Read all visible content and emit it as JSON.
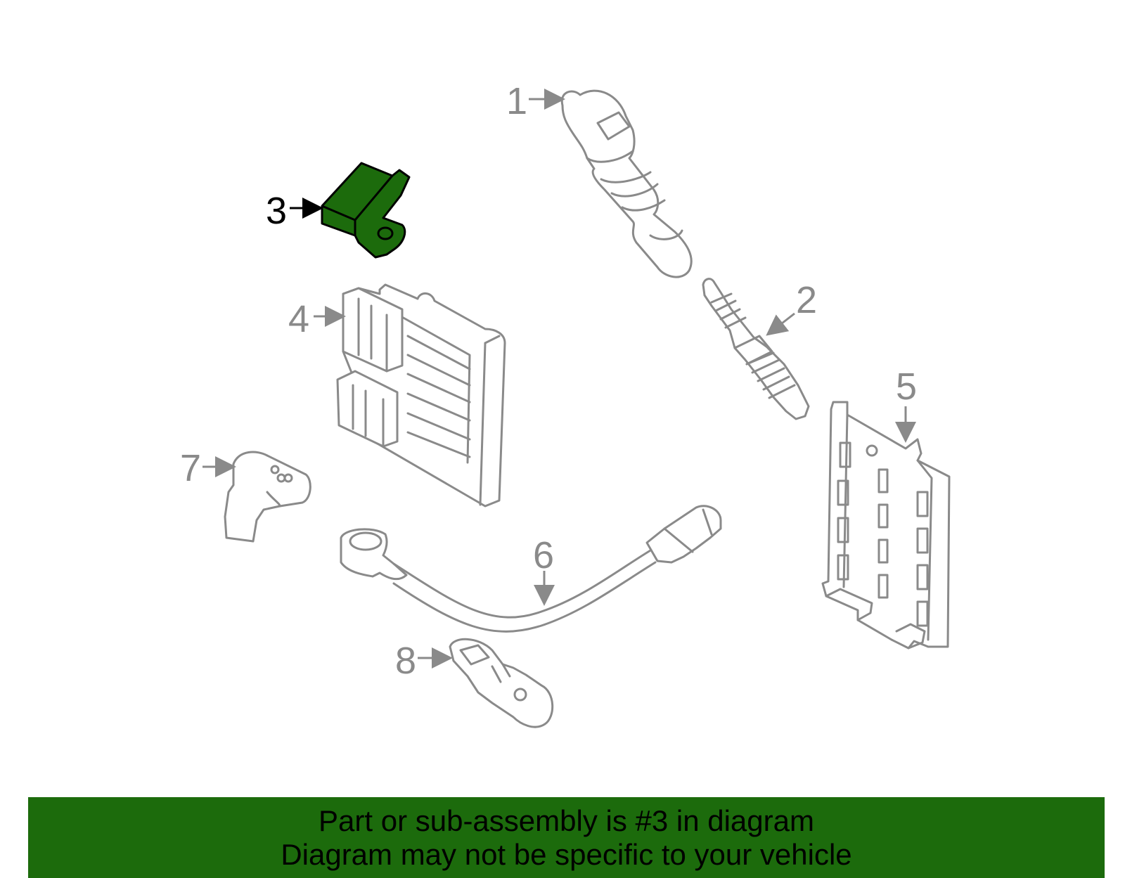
{
  "callouts": {
    "c1": "1",
    "c2": "2",
    "c3": "3",
    "c4": "4",
    "c5": "5",
    "c6": "6",
    "c7": "7",
    "c8": "8"
  },
  "highlight_color": "#1c6b0c",
  "line_color": "#8a8a8a",
  "banner": {
    "line1": "Part or sub-assembly is #3 in diagram",
    "line2": "Diagram may not be specific to your vehicle"
  }
}
